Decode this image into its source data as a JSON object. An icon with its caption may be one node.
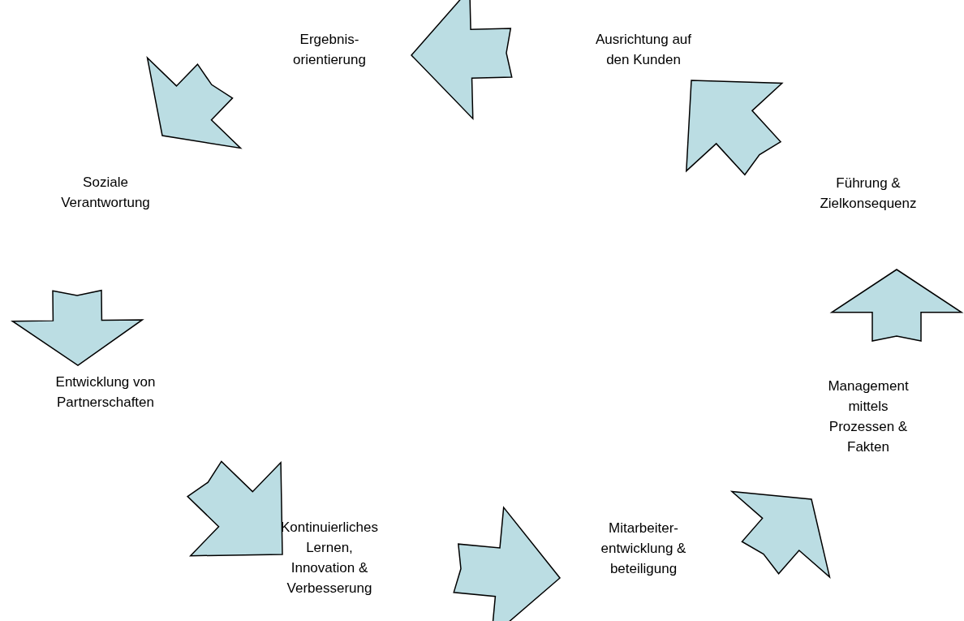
{
  "diagram": {
    "nodes": [
      {
        "text": [
          "Ausrichtung auf den Kunden"
        ]
      },
      {
        "text": [
          "Ergebnis- orientierung"
        ]
      },
      {
        "text": [
          "Soziale Verantwortung"
        ]
      },
      {
        "text": [
          "Entwicklung von Partnerschaften"
        ]
      },
      {
        "text": [
          "Kontinuierliches Lernen, Innovation & Verbesserung"
        ]
      },
      {
        "text": [
          "Mitarbeiter- entwicklung & beteiligung"
        ]
      },
      {
        "text": [
          "Management mittels Prozessen & Fakten"
        ]
      },
      {
        "text": [
          "Führung & Zielkonsequenz"
        ]
      }
    ],
    "edges": [
      {
        "from": 5,
        "to": 6,
        "arrow": "to"
      },
      {
        "from": 6,
        "to": 7,
        "arrow": "to"
      },
      {
        "from": 7,
        "to": 0,
        "arrow": "to"
      },
      {
        "from": 0,
        "to": 1,
        "arrow": "to"
      },
      {
        "from": 1,
        "to": 2,
        "arrow": "to"
      },
      {
        "from": 2,
        "to": 3,
        "arrow": "to"
      },
      {
        "from": 3,
        "to": 4,
        "arrow": "to"
      },
      {
        "from": 4,
        "to": 5,
        "arrow": "to"
      }
    ]
  }
}
